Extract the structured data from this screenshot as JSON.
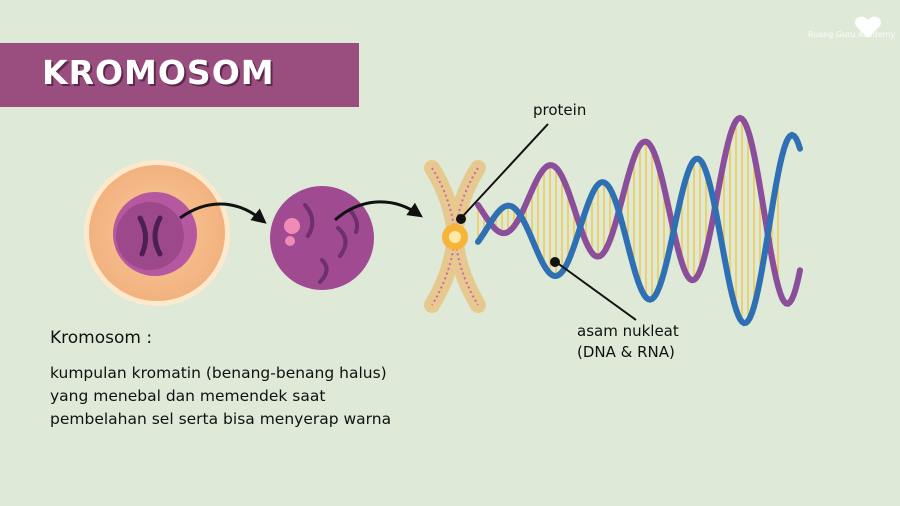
{
  "title": "KROMOSOM",
  "logo": {
    "icon": "heart-logo-icon",
    "text": "Ruang Guru Academy"
  },
  "labels": {
    "protein": "protein",
    "nucleic_acid_line1": "asam nukleat",
    "nucleic_acid_line2": "(DNA & RNA)"
  },
  "definition": {
    "heading": "Kromosom :",
    "body": "kumpulan kromatin (benang-benang halus)\nyang menebal dan memendek saat\npembelahan sel serta bisa menyerap warna"
  },
  "colors": {
    "banner": "#9a4d7f",
    "background": "#dfe9d7",
    "dna_blue": "#2f6fb3",
    "dna_purple": "#8a4e9a",
    "dna_rungs": "#f2c94c"
  }
}
